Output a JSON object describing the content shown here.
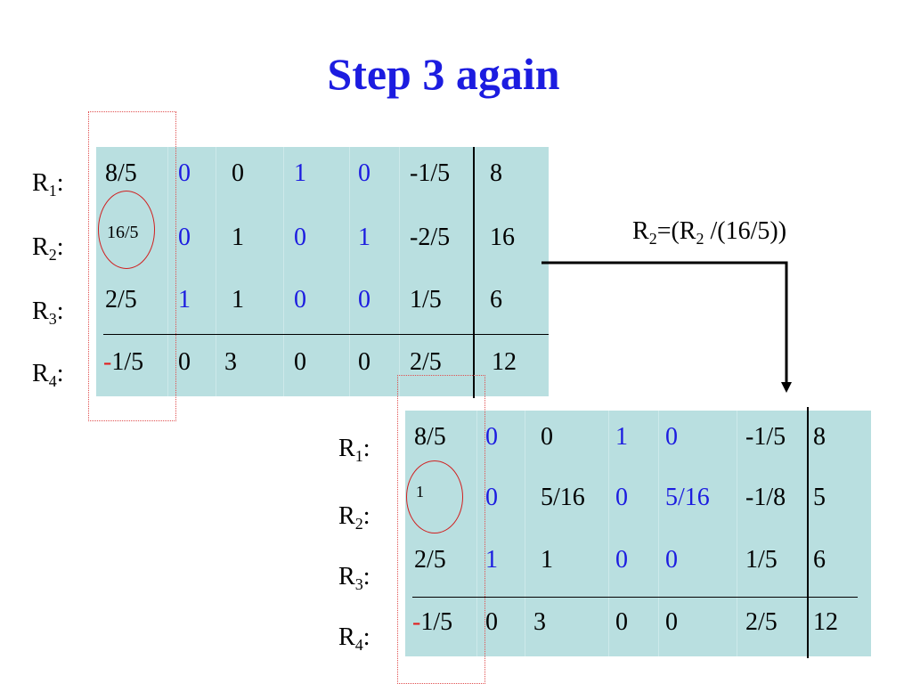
{
  "title": "Step 3 again",
  "formula": {
    "r_prefix": "R",
    "r_sub": "2",
    "mid": "=(R",
    "mid_sub": "2",
    "tail": " /(16/5))"
  },
  "row_labels": [
    {
      "r": "R",
      "sub": "1",
      "colon": ":"
    },
    {
      "r": "R",
      "sub": "2",
      "colon": ":"
    },
    {
      "r": "R",
      "sub": "3",
      "colon": ":"
    },
    {
      "r": "R",
      "sub": "4",
      "colon": ":"
    }
  ],
  "matrix_before": {
    "rows": [
      [
        "8/5",
        "0",
        "0",
        "1",
        "0",
        "-1/5",
        "8"
      ],
      [
        "16/5",
        "0",
        "1",
        "0",
        "1",
        "-2/5",
        "16"
      ],
      [
        "2/5",
        "1",
        "1",
        "0",
        "0",
        "1/5",
        "6"
      ],
      [
        "-1/5",
        "0",
        "3",
        "0",
        "0",
        "2/5",
        "12"
      ]
    ],
    "neg_sign": "-",
    "neg_rest": "1/5"
  },
  "matrix_after": {
    "rows": [
      [
        "8/5",
        "0",
        "0",
        "1",
        "0",
        "-1/5",
        "8"
      ],
      [
        "1",
        "0",
        "5/16",
        "0",
        "5/16",
        "-1/8",
        "5"
      ],
      [
        "2/5",
        "1",
        "1",
        "0",
        "0",
        "1/5",
        "6"
      ],
      [
        "-1/5",
        "0",
        "3",
        "0",
        "0",
        "2/5",
        "12"
      ]
    ],
    "neg_sign": "-",
    "neg_rest": "1/5"
  },
  "colors": {
    "title": "#1c1ce0",
    "blue_entries": "#1c1ce0",
    "negative_sign": "#e02020",
    "matrix_bg": "#b9dfe0",
    "highlight_circle": "#d02020"
  }
}
